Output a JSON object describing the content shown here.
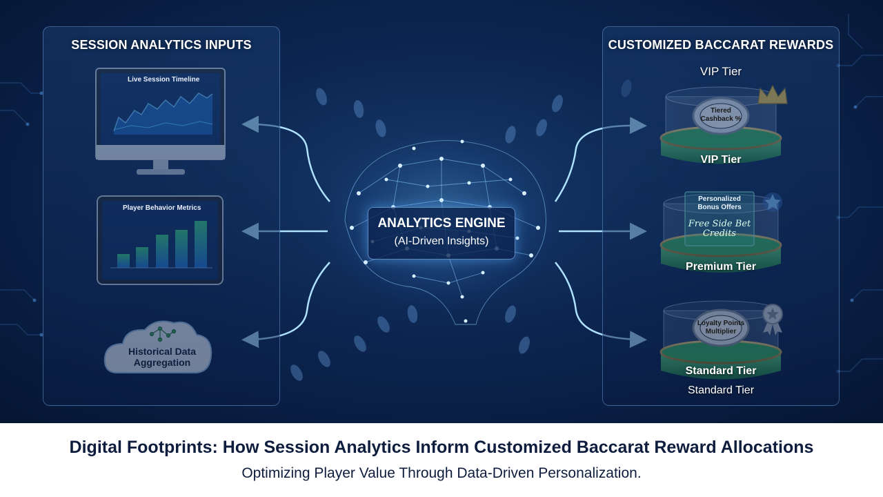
{
  "left_panel": {
    "title": "SESSION ANALYTICS INPUTS",
    "monitor": {
      "label": "Live Session Timeline",
      "icon": "monitor-icon"
    },
    "tablet": {
      "label": "Player Behavior Metrics",
      "icon": "tablet-icon"
    },
    "cloud": {
      "line1": "Historical Data",
      "line2": "Aggregation",
      "icon": "cloud-icon"
    }
  },
  "engine": {
    "title": "ANALYTICS ENGINE",
    "subtitle": "(AI-Driven Insights)",
    "icon": "brain-network-icon"
  },
  "right_panel": {
    "title": "CUSTOMIZED BACCARAT REWARDS",
    "vip": {
      "heading": "VIP Tier",
      "chip_line1": "Tiered",
      "chip_line2": "Cashback %",
      "base_label": "VIP Tier",
      "icon": "crown-icon"
    },
    "premium": {
      "offer_line1": "Personalized",
      "offer_line2": "Bonus Offers",
      "offer_sub1": "Free Side Bet",
      "offer_sub2": "Credits",
      "base_label": "Premium Tier",
      "icon": "star-icon"
    },
    "standard": {
      "chip_line1": "Loyalty Points",
      "chip_line2": "Multiplier",
      "base_label": "Standard Tier",
      "footer_label": "Standard Tier",
      "icon": "medal-icon"
    }
  },
  "caption": {
    "title": "Digital Footprints: How Session Analytics Inform Customized Baccarat Reward Allocations",
    "subtitle": "Optimizing Player Value Through Data-Driven Personalization."
  },
  "colors": {
    "accent": "#4fc3ff",
    "green": "#2faa55",
    "navy": "#0c2550"
  }
}
